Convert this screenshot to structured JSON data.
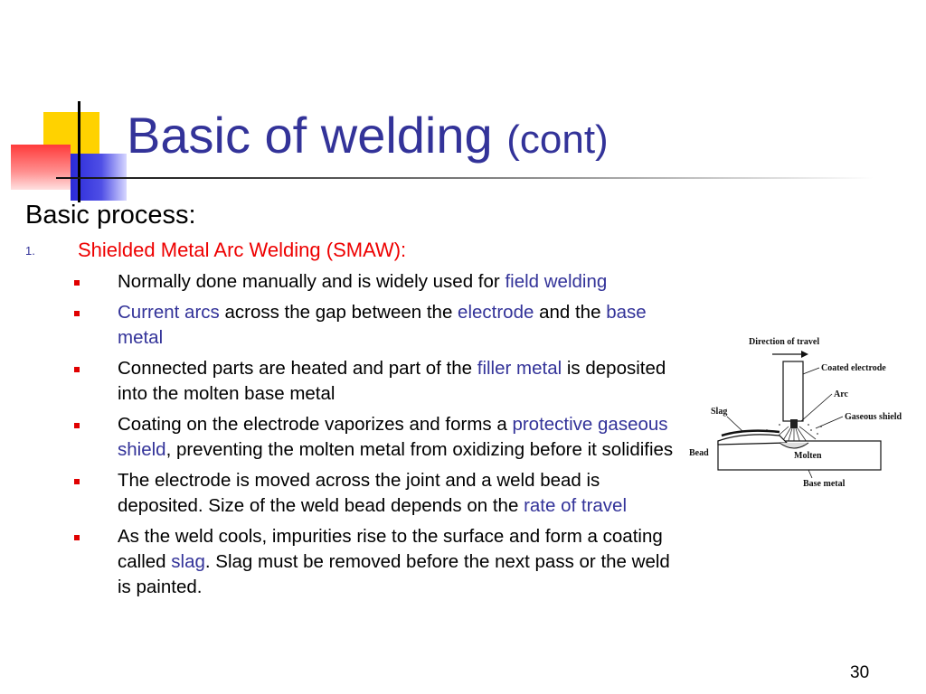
{
  "title": {
    "main": "Basic of welding",
    "suffix": "(cont)"
  },
  "subtitle": "Basic process:",
  "numbered_item": {
    "number": "1.",
    "text": "Shielded Metal Arc Welding (SMAW):"
  },
  "bullets": [
    {
      "parts": [
        "Normally done manually and is widely used for ",
        "field welding"
      ]
    },
    {
      "parts": [
        "Current arcs",
        " across the gap between the ",
        "electrode",
        " and the ",
        "base metal"
      ]
    },
    {
      "parts": [
        "Connected parts are heated and part of the ",
        "filler metal",
        " is deposited into the molten base metal"
      ]
    },
    {
      "parts": [
        "Coating on the electrode vaporizes and forms a ",
        "protective gaseous shield",
        ", preventing the molten metal from oxidizing before it solidifies"
      ]
    },
    {
      "parts": [
        "The electrode is moved across the joint and a weld bead is deposited.  Size of the weld bead depends on the ",
        "rate of travel"
      ]
    },
    {
      "parts": [
        "As the weld cools, impurities rise to the surface and form a coating called ",
        "slag",
        ".  Slag must be removed before the next pass or the weld is painted."
      ]
    }
  ],
  "figure_labels": {
    "direction": "Direction of travel",
    "coated_electrode": "Coated electrode",
    "arc": "Arc",
    "gaseous_shield": "Gaseous shield",
    "slag": "Slag",
    "bead": "Bead",
    "molten": "Molten",
    "base_metal": "Base metal"
  },
  "page_number": "30",
  "colors": {
    "title": "#333399",
    "highlight": "#333399",
    "numbered_text": "#ee0000",
    "bullet": "#e00000"
  }
}
